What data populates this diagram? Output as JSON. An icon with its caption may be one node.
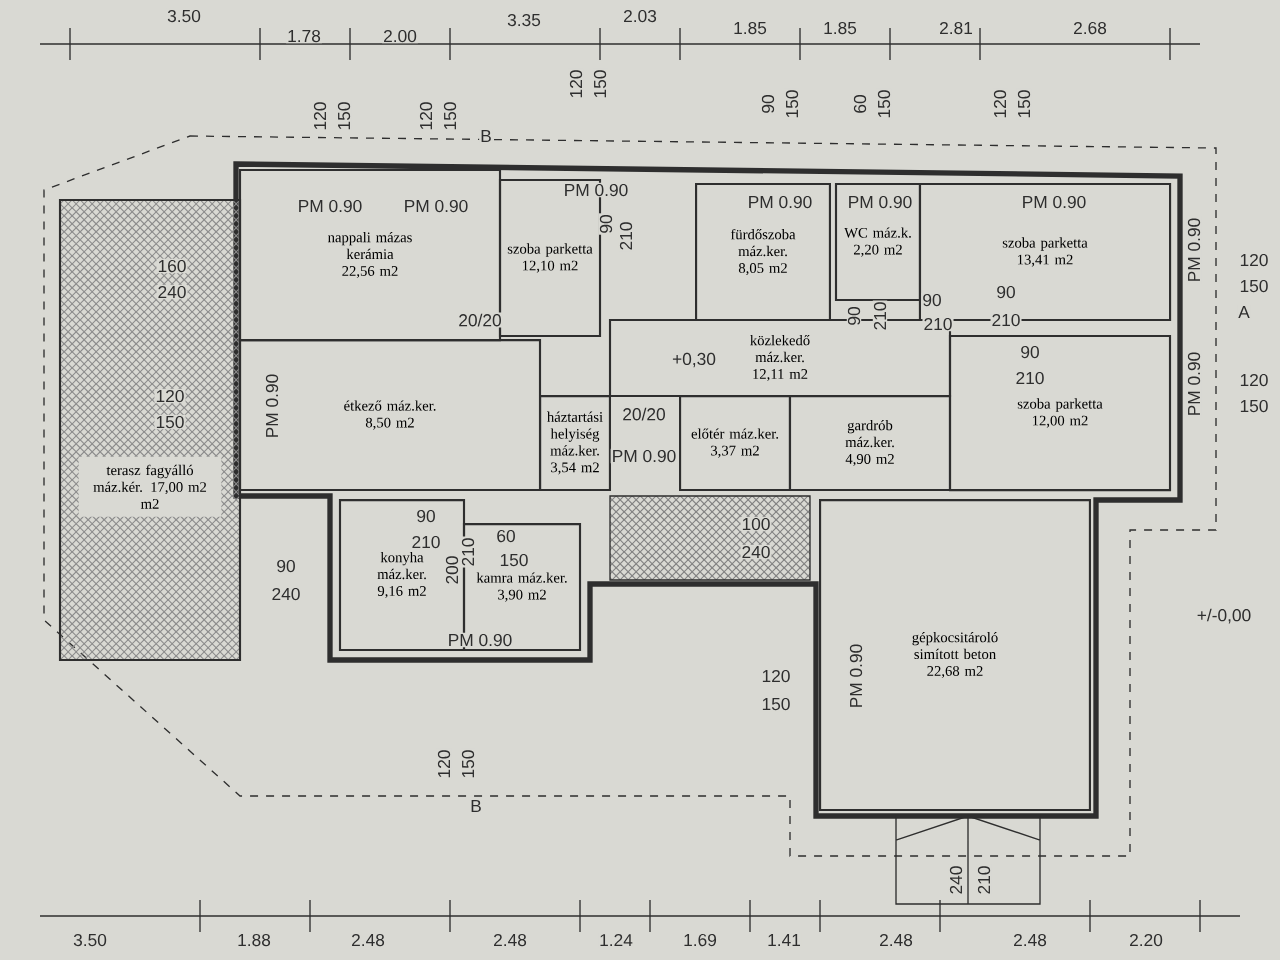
{
  "diagram": {
    "nodes": [
      {
        "text": [
          "terasz fagyálló máz.kér. 17,00 m2 m2"
        ]
      },
      {
        "text": [
          "nappali mázas kerámia 22,56 m2"
        ]
      },
      {
        "text": [
          "szoba parketta 12,10 m2"
        ]
      },
      {
        "text": [
          "étkező máz.ker. 8,50 m2"
        ]
      },
      {
        "text": [
          "háztartási helyiség máz.ker. 3,54 m2"
        ]
      },
      {
        "text": [
          "fürdőszoba máz.ker. 8,05 m2"
        ]
      },
      {
        "text": [
          "WC máz.k. 2,20 m2"
        ]
      },
      {
        "text": [
          "szoba parketta 13,41 m2"
        ]
      },
      {
        "text": [
          "közlekedő máz.ker. 12,11 m2"
        ]
      },
      {
        "text": [
          "előtér máz.ker. 3,37 m2"
        ]
      },
      {
        "text": [
          "gardrób máz.ker. 4,90 m2"
        ]
      },
      {
        "text": [
          "szoba parketta 12,00 m2"
        ]
      },
      {
        "text": [
          "konyha máz.ker. 9,16 m2"
        ]
      },
      {
        "text": [
          "kamra máz.ker. 3,90 m2"
        ]
      },
      {
        "text": [
          "gépkocsitároló simított beton 22,68 m2"
        ]
      }
    ],
    "labels": [
      "3.50",
      "1.78",
      "2.00",
      "3.35",
      "2.03",
      "1.85",
      "1.85",
      "2.81",
      "2.68",
      "120",
      "150",
      "120",
      "150",
      "120",
      "150",
      "90",
      "150",
      "60",
      "150",
      "120",
      "150",
      "B",
      "PM 0.90",
      "PM 0.90",
      "PM 0.90",
      "PM 0.90",
      "PM 0.90",
      "PM 0.90",
      "160",
      "240",
      "120",
      "150",
      "PM 0.90",
      "90",
      "210",
      "20/20",
      "+0,30",
      "90",
      "210",
      "90",
      "210",
      "90",
      "210",
      "PM 0.90",
      "120",
      "150",
      "A",
      "90",
      "210",
      "PM 0.90",
      "120",
      "150",
      "20/20",
      "PM 0.90",
      "90",
      "240",
      "90",
      "210",
      "200",
      "210",
      "60",
      "150",
      "PM 0.90",
      "100",
      "240",
      "+/-0,00",
      "120",
      "150",
      "PM 0.90",
      "120",
      "150",
      "B",
      "240",
      "210",
      "3.50",
      "1.88",
      "2.48",
      "2.48",
      "1.24",
      "1.69",
      "1.41",
      "2.48",
      "2.48",
      "2.20"
    ]
  }
}
